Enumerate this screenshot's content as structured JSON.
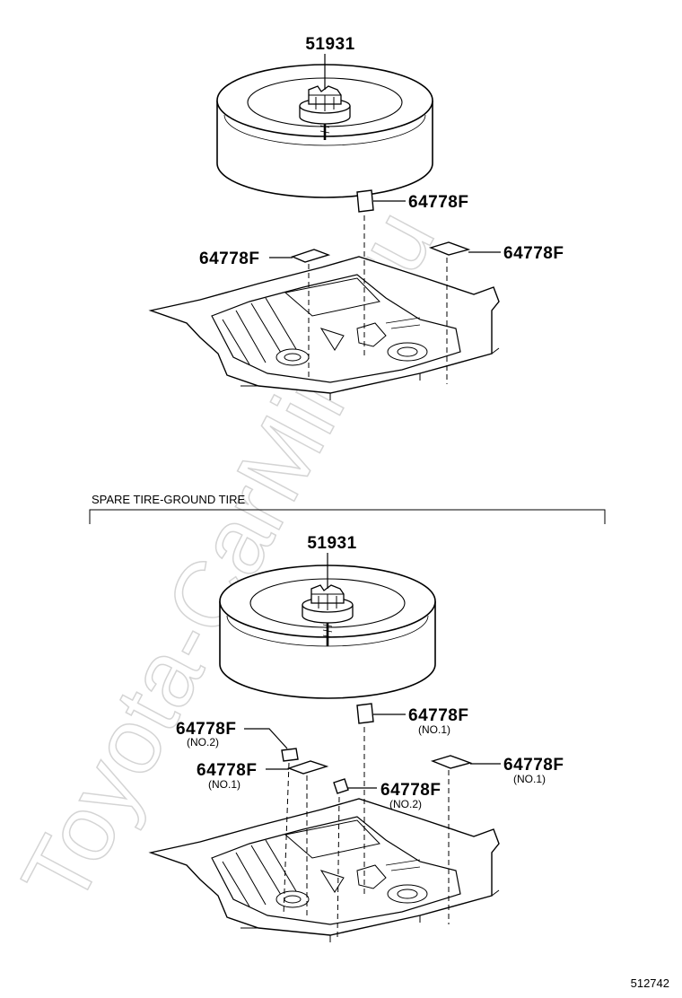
{
  "watermark": "Toyota-CarMine.ru",
  "top_group": {
    "tire_part": "51931",
    "parts": [
      {
        "id": "top-cushion-center",
        "number": "64778F"
      },
      {
        "id": "top-cushion-left",
        "number": "64778F"
      },
      {
        "id": "top-cushion-right",
        "number": "64778F"
      }
    ]
  },
  "section": {
    "title": "SPARE TIRE-GROUND TIRE",
    "tire_part": "51931",
    "parts": [
      {
        "id": "b-cushion-center",
        "number": "64778F",
        "sub": "(NO.1)"
      },
      {
        "id": "b-cushion-left-upper",
        "number": "64778F",
        "sub": "(NO.2)"
      },
      {
        "id": "b-cushion-left-lower",
        "number": "64778F",
        "sub": "(NO.1)"
      },
      {
        "id": "b-cushion-mid",
        "number": "64778F",
        "sub": "(NO.2)"
      },
      {
        "id": "b-cushion-right",
        "number": "64778F",
        "sub": "(NO.1)"
      }
    ]
  },
  "illustration_number": "512742"
}
